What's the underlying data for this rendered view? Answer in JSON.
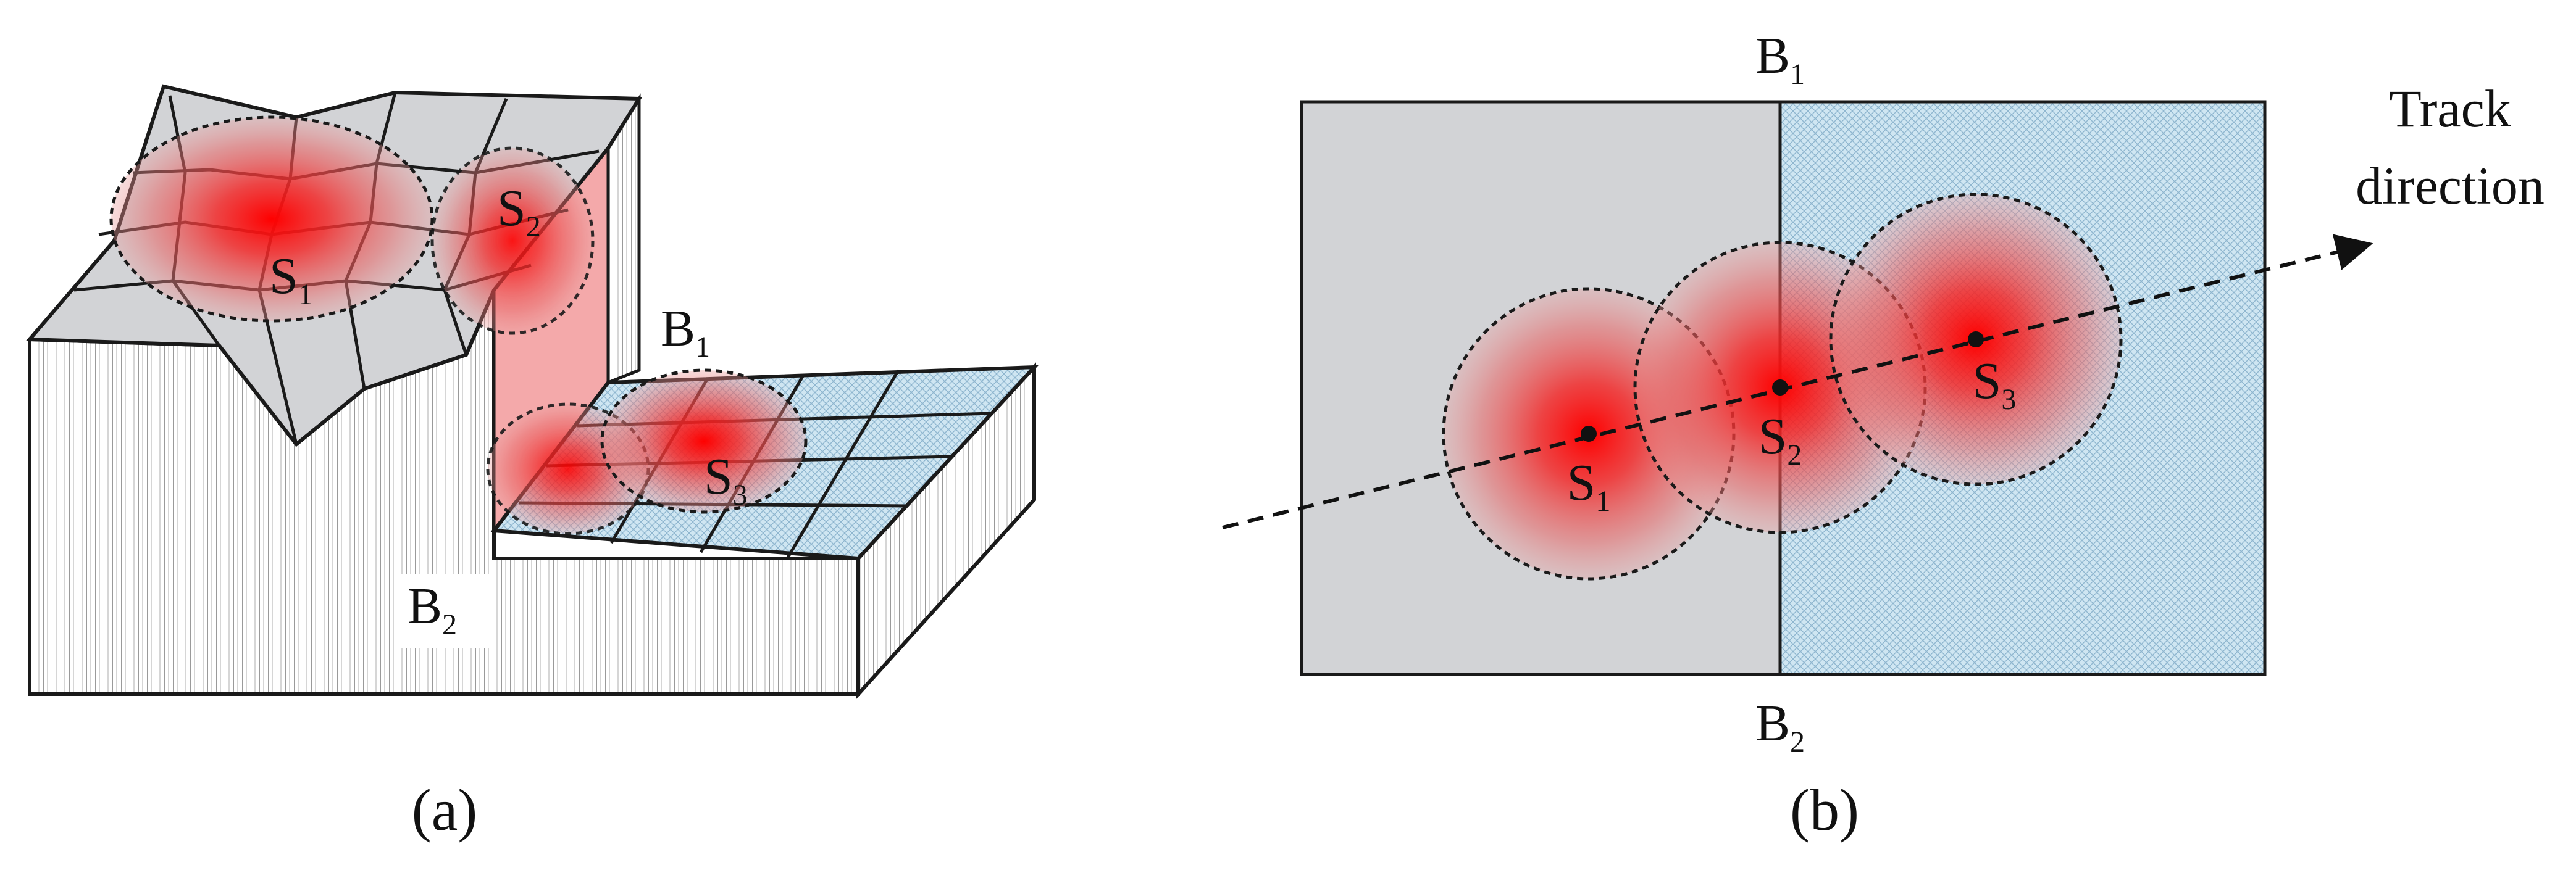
{
  "panel_a": {
    "caption": "(a)",
    "labels": {
      "s1": {
        "main": "S",
        "sub": "1"
      },
      "s2": {
        "main": "S",
        "sub": "2"
      },
      "s3": {
        "main": "S",
        "sub": "3"
      },
      "b1": {
        "main": "B",
        "sub": "1"
      },
      "b2": {
        "main": "B",
        "sub": "2"
      }
    }
  },
  "panel_b": {
    "caption": "(b)",
    "track_label_line1": "Track",
    "track_label_line2": "direction",
    "labels": {
      "s1": {
        "main": "S",
        "sub": "1"
      },
      "s2": {
        "main": "S",
        "sub": "2"
      },
      "s3": {
        "main": "S",
        "sub": "3"
      },
      "b1": {
        "main": "B",
        "sub": "1"
      },
      "b2": {
        "main": "B",
        "sub": "2"
      }
    }
  },
  "colors": {
    "spot_red": "#ff1a1a",
    "region_gray": "#d2d3d6",
    "mesh_blue": "#cfe6f2",
    "wall_pink": "#f4a9aa",
    "outline": "#1a1a1a"
  }
}
